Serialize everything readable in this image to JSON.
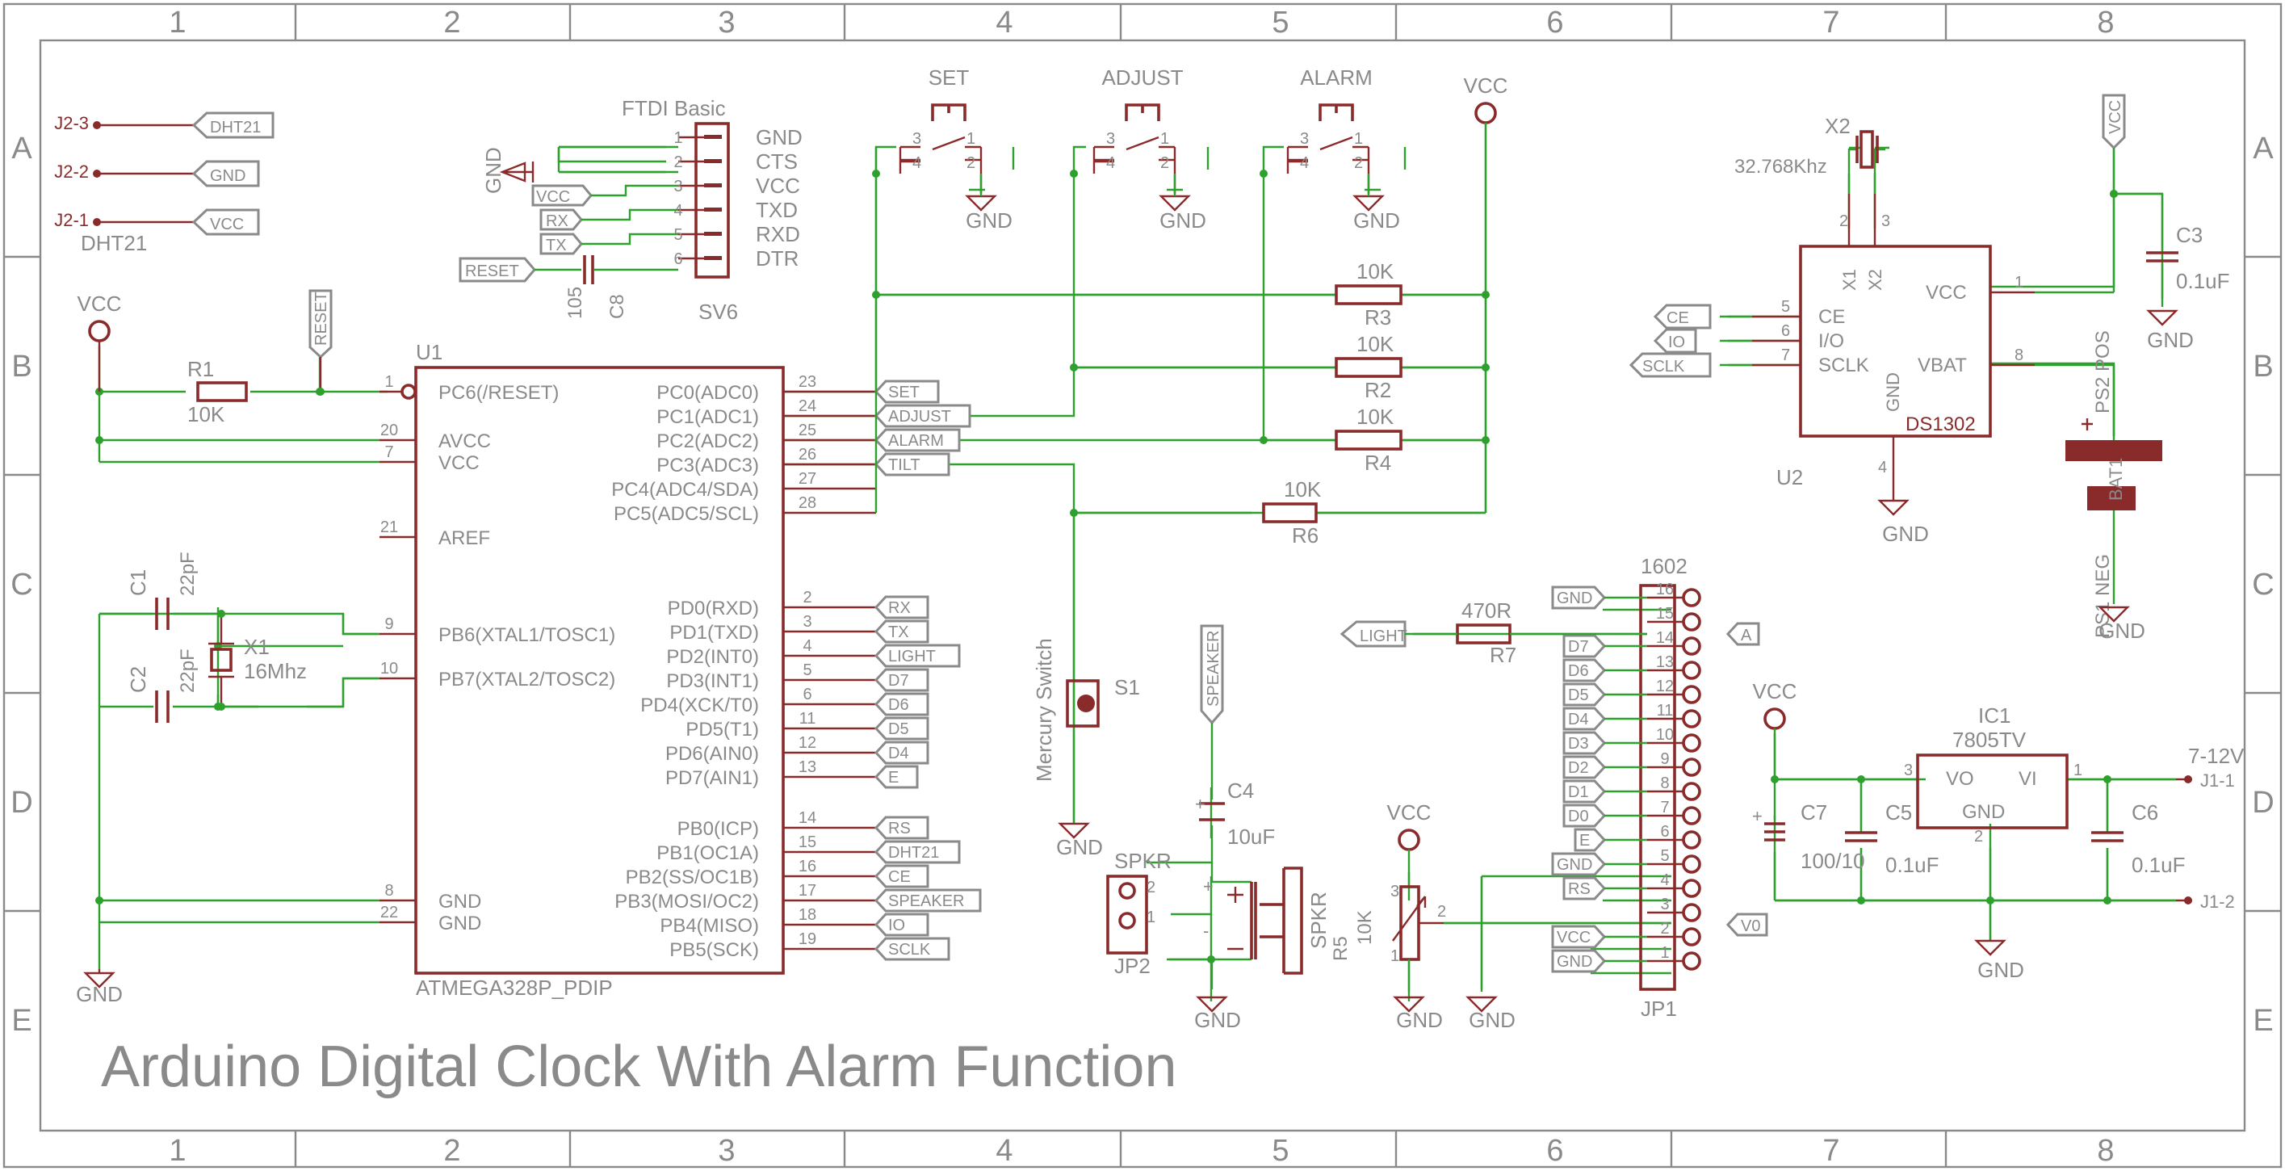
{
  "title": "Arduino Digital Clock With Alarm Function",
  "frame": {
    "cols": [
      "1",
      "2",
      "3",
      "4",
      "5",
      "6",
      "7",
      "8"
    ],
    "rows": [
      "A",
      "B",
      "C",
      "D",
      "E"
    ]
  },
  "mcu": {
    "ref": "U1",
    "value": "ATMEGA328P_PDIP",
    "left_pins": [
      {
        "num": "1",
        "name": "PC6(/RESET)"
      },
      {
        "num": "20",
        "name": "AVCC"
      },
      {
        "num": "7",
        "name": "VCC"
      },
      {
        "num": "21",
        "name": "AREF"
      },
      {
        "num": "9",
        "name": "PB6(XTAL1/TOSC1)"
      },
      {
        "num": "10",
        "name": "PB7(XTAL2/TOSC2)"
      },
      {
        "num": "8",
        "name": "GND"
      },
      {
        "num": "22",
        "name": "GND"
      }
    ],
    "right_pins": [
      {
        "num": "23",
        "name": "PC0(ADC0)",
        "net": "SET"
      },
      {
        "num": "24",
        "name": "PC1(ADC1)",
        "net": "ADJUST"
      },
      {
        "num": "25",
        "name": "PC2(ADC2)",
        "net": "ALARM"
      },
      {
        "num": "26",
        "name": "PC3(ADC3)",
        "net": "TILT"
      },
      {
        "num": "27",
        "name": "PC4(ADC4/SDA)",
        "net": ""
      },
      {
        "num": "28",
        "name": "PC5(ADC5/SCL)",
        "net": ""
      },
      {
        "num": "2",
        "name": "PD0(RXD)",
        "net": "RX"
      },
      {
        "num": "3",
        "name": "PD1(TXD)",
        "net": "TX"
      },
      {
        "num": "4",
        "name": "PD2(INT0)",
        "net": "LIGHT"
      },
      {
        "num": "5",
        "name": "PD3(INT1)",
        "net": "D7"
      },
      {
        "num": "6",
        "name": "PD4(XCK/T0)",
        "net": "D6"
      },
      {
        "num": "11",
        "name": "PD5(T1)",
        "net": "D5"
      },
      {
        "num": "12",
        "name": "PD6(AIN0)",
        "net": "D4"
      },
      {
        "num": "13",
        "name": "PD7(AIN1)",
        "net": "E"
      },
      {
        "num": "14",
        "name": "PB0(ICP)",
        "net": "RS"
      },
      {
        "num": "15",
        "name": "PB1(OC1A)",
        "net": "DHT21"
      },
      {
        "num": "16",
        "name": "PB2(SS/OC1B)",
        "net": "CE"
      },
      {
        "num": "17",
        "name": "PB3(MOSI/OC2)",
        "net": "SPEAKER"
      },
      {
        "num": "18",
        "name": "PB4(MISO)",
        "net": "IO"
      },
      {
        "num": "19",
        "name": "PB5(SCK)",
        "net": "SCLK"
      }
    ]
  },
  "dht": {
    "name": "DHT21",
    "pins": [
      {
        "ref": "J2-3",
        "net": "DHT21"
      },
      {
        "ref": "J2-2",
        "net": "GND"
      },
      {
        "ref": "J2-1",
        "net": "VCC"
      }
    ]
  },
  "ftdi": {
    "title": "FTDI Basic",
    "ref": "SV6",
    "pins": [
      "1",
      "2",
      "3",
      "4",
      "5",
      "6"
    ],
    "signals": [
      "GND",
      "CTS",
      "VCC",
      "TXD",
      "RXD",
      "DTR"
    ],
    "nets": {
      "vcc": "VCC",
      "rx": "RX",
      "tx": "TX",
      "reset": "RESET"
    },
    "cap_value": "105",
    "cap_ref": "C8"
  },
  "buttons": [
    {
      "label": "SET"
    },
    {
      "label": "ADJUST"
    },
    {
      "label": "ALARM"
    }
  ],
  "button_pins": [
    "3",
    "1",
    "4",
    "2"
  ],
  "resistors": {
    "r1": {
      "ref": "R1",
      "value": "10K"
    },
    "r2": {
      "ref": "R2",
      "value": "10K"
    },
    "r3": {
      "ref": "R3",
      "value": "10K"
    },
    "r4": {
      "ref": "R4",
      "value": "10K"
    },
    "r6": {
      "ref": "R6",
      "value": "10K"
    },
    "r7": {
      "ref": "R7",
      "value": "470R"
    },
    "r5": {
      "ref": "R5",
      "value": "10K"
    }
  },
  "crystal": {
    "ref": "X1",
    "value": "16Mhz",
    "c1_ref": "C1",
    "c2_ref": "C2",
    "cap_value": "22pF"
  },
  "rtc": {
    "ref": "U2",
    "value": "DS1302",
    "pins": {
      "x1": "X1",
      "x2": "X2",
      "vcc": "VCC",
      "ce": "CE",
      "io": "I/O",
      "sclk": "SCLK",
      "vbat": "VBAT",
      "gnd": "GND"
    },
    "pin_nums": {
      "x1": "2",
      "x2": "3",
      "vcc": "1",
      "ce": "5",
      "io": "6",
      "sclk": "7",
      "vbat": "8",
      "gnd": "4"
    },
    "nets": {
      "ce": "CE",
      "io": "IO",
      "sclk": "SCLK"
    },
    "xtal_ref": "X2",
    "xtal_value": "32.768Khz"
  },
  "c3": {
    "ref": "C3",
    "value": "0.1uF"
  },
  "battery": {
    "ref": "BAT1",
    "pos": "PS2 POS",
    "neg": "PS1 NEG"
  },
  "tilt": {
    "ref": "S1",
    "name": "Mercury Switch"
  },
  "speaker": {
    "ref": "SPKR",
    "net": "SPEAKER",
    "c4_ref": "C4",
    "c4_value": "10uF",
    "header_ref": "JP2",
    "header_label": "SPKR",
    "pin1": "1",
    "pin2": "2",
    "plus": "+",
    "minus": "-"
  },
  "pot": {
    "pin1": "1",
    "pin2": "2",
    "pin3": "3"
  },
  "lcd": {
    "value": "1602",
    "ref": "JP1",
    "pins": [
      "16",
      "15",
      "14",
      "13",
      "12",
      "11",
      "10",
      "9",
      "8",
      "7",
      "6",
      "5",
      "4",
      "3",
      "2",
      "1"
    ],
    "nets": {
      "p16": "GND",
      "p15": "A",
      "light": "LIGHT",
      "p14": "D7",
      "p13": "D6",
      "p12": "D5",
      "p11": "D4",
      "p10": "D3",
      "p9": "D2",
      "p8": "D1",
      "p7": "D0",
      "p6": "E",
      "p5": "GND",
      "p4": "RS",
      "p3": "V0",
      "p2": "VCC",
      "p1": "GND"
    }
  },
  "regulator": {
    "ref": "IC1",
    "value": "7805TV",
    "vo": "VO",
    "vi": "VI",
    "gnd": "GND",
    "pin_vo": "3",
    "pin_vi": "1",
    "pin_gnd": "2",
    "c5": {
      "ref": "C5",
      "value": "0.1uF"
    },
    "c6": {
      "ref": "C6",
      "value": "0.1uF"
    },
    "c7": {
      "ref": "C7",
      "value": "100/10"
    },
    "input_label": "7-12V",
    "j1_1": "J1-1",
    "j1_2": "J1-2"
  },
  "supply": {
    "vcc": "VCC",
    "gnd": "GND"
  },
  "colors": {
    "wire": "#2ea02e",
    "part": "#8a2b2b",
    "text": "#8a8a8a"
  }
}
